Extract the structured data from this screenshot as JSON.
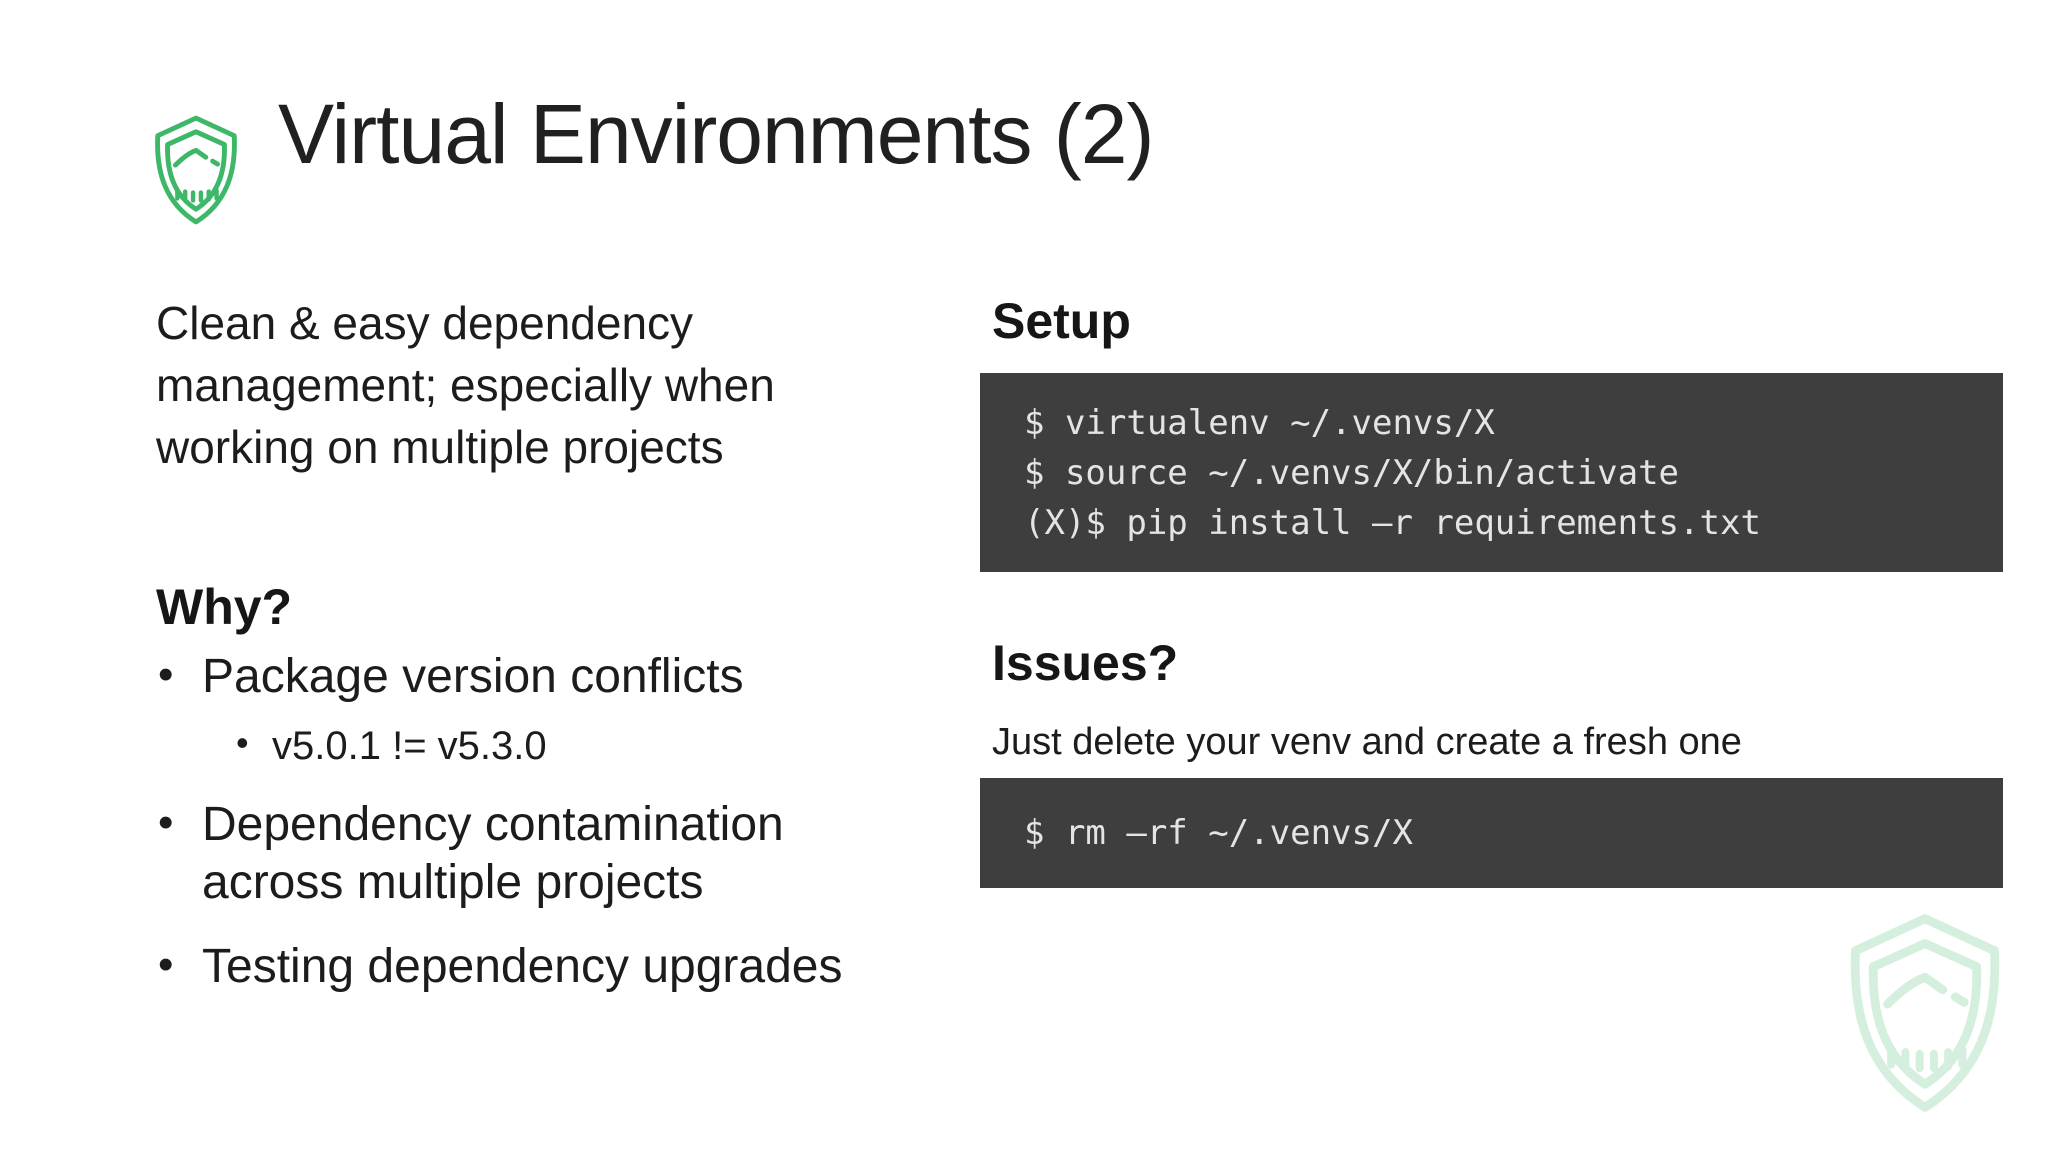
{
  "slide": {
    "title": "Virtual Environments (2)",
    "intro": "Clean & easy dependency management; especially when working on multiple projects",
    "why": {
      "heading": "Why?",
      "bullets": [
        {
          "text": "Package version conflicts",
          "sub": [
            "v5.0.1 != v5.3.0"
          ]
        },
        {
          "text": "Dependency contamination across multiple projects"
        },
        {
          "text": "Testing dependency upgrades"
        }
      ]
    },
    "setup": {
      "heading": "Setup",
      "code": [
        "$ virtualenv ~/.venvs/X",
        "$ source ~/.venvs/X/bin/activate",
        "(X)$ pip install –r requirements.txt"
      ]
    },
    "issues": {
      "heading": "Issues?",
      "note": "Just delete your venv and create a fresh one",
      "code": [
        "$ rm –rf ~/.venvs/X"
      ]
    },
    "icons": {
      "title_icon": "shield-icon",
      "watermark_icon": "shield-icon"
    },
    "colors": {
      "accent_green": "#3db768",
      "watermark_green": "#d5efdf",
      "code_background": "#3e3e3e",
      "code_text": "#e4e4e4",
      "text": "#1c1c1c",
      "background": "#ffffff"
    }
  }
}
